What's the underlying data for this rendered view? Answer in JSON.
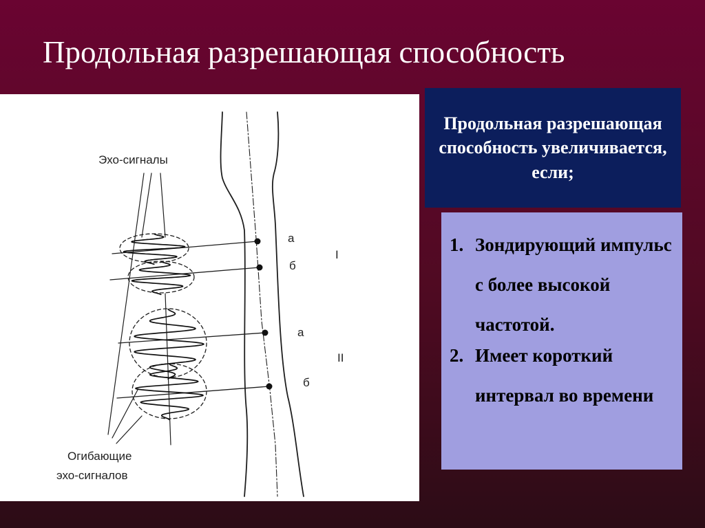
{
  "title": "Продольная разрешающая способность",
  "diagram": {
    "labels": {
      "echo_signals": "Эхо-сигналы",
      "envelopes_line1": "Огибающие",
      "envelopes_line2": "эхо-сигналов",
      "point_a_1": "а",
      "point_b_1": "б",
      "point_a_2": "а",
      "point_b_2": "б",
      "case_1": "I",
      "case_2": "II"
    }
  },
  "header": {
    "text": "Продольная разрешающая способность увеличивается, если;"
  },
  "conditions": [
    {
      "number": "1.",
      "text": "Зондирующий импульс  с более высокой частотой."
    },
    {
      "number": "2.",
      "text": "Имеет  короткий интервал во времени"
    }
  ],
  "colors": {
    "background": "#6a0431",
    "header_box": "#0c1e5c",
    "list_box": "#a09ee0"
  }
}
